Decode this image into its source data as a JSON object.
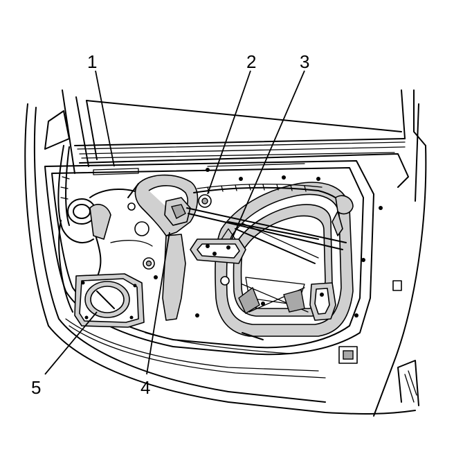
{
  "figure": {
    "callouts": [
      {
        "id": "1",
        "label": "1"
      },
      {
        "id": "2",
        "label": "2"
      },
      {
        "id": "3",
        "label": "3"
      },
      {
        "id": "4",
        "label": "4"
      },
      {
        "id": "5",
        "label": "5"
      }
    ]
  },
  "colors": {
    "line": "#000000",
    "shade": "#d0d0d0",
    "dark_shade": "#a8a8a8",
    "background": "#ffffff"
  }
}
